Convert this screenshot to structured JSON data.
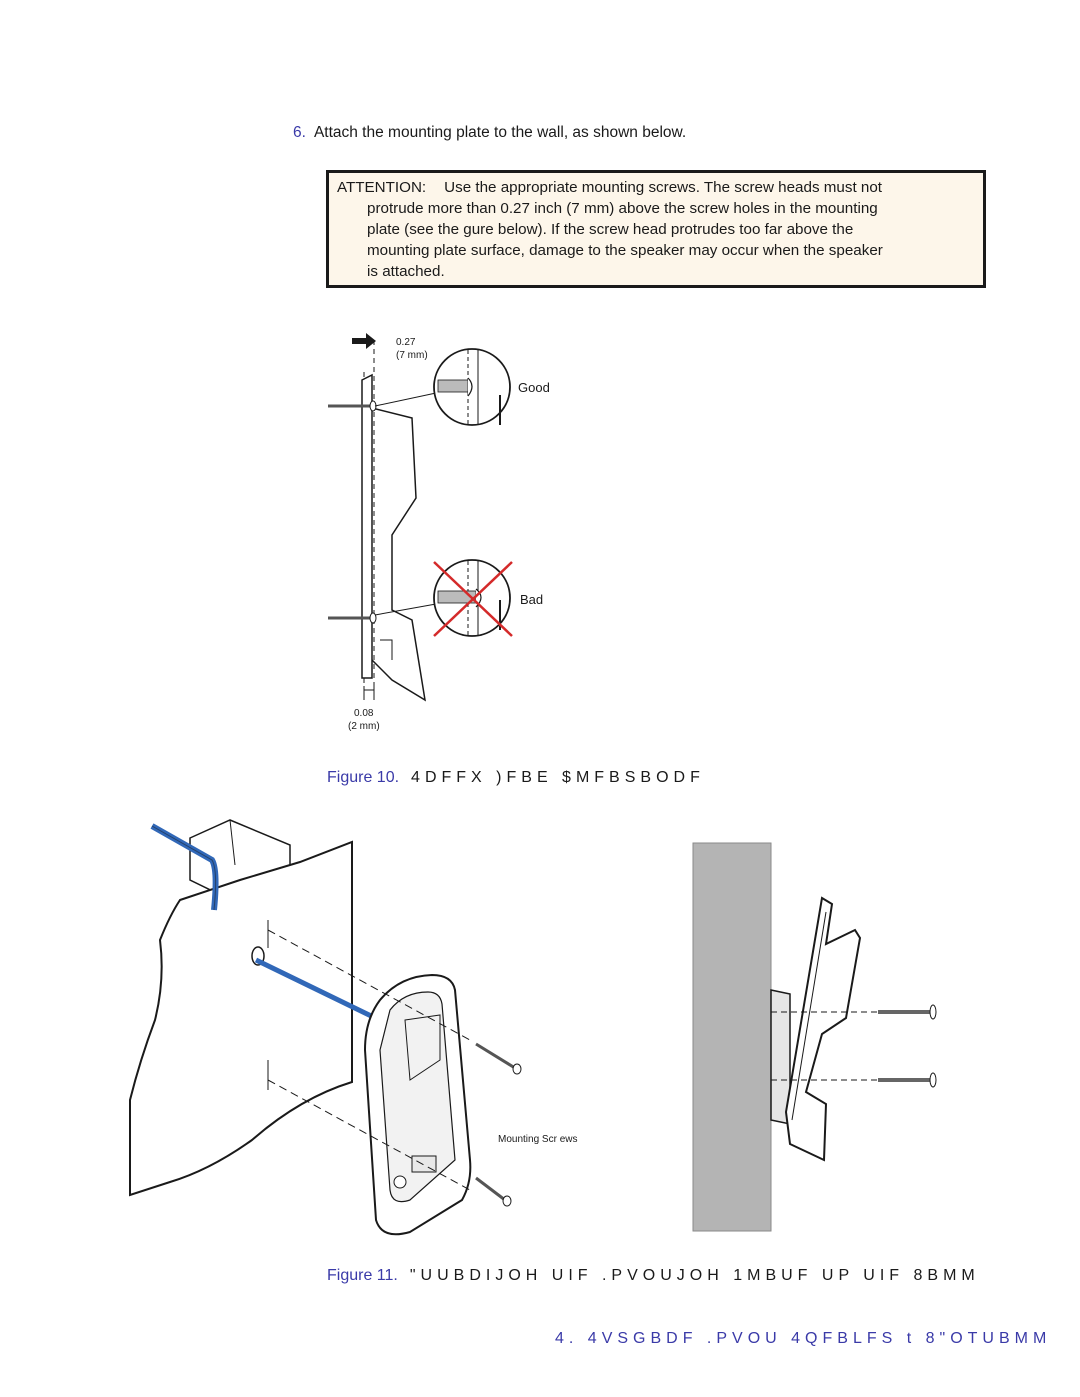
{
  "step": {
    "number": "6.",
    "text": "Attach the mounting plate to the wall, as shown below."
  },
  "attention": {
    "keyword": "ATTENTION:",
    "line1": "Use the appropriate mounting screws. The screw heads must not",
    "line2": "protrude more than 0.27 inch (7 mm) above the screw holes in the mounting",
    "line3": "plate (see the   gure below). If the screw head protrudes too far above the",
    "line4": "mounting plate surface, damage to the speaker may occur when the speaker",
    "line5": "is attached."
  },
  "figure10": {
    "label": "Figure 10.",
    "caption": "4DFFX )FBE $MFBSBODF",
    "dim_top_value": "0.27",
    "dim_top_unit": "(7 mm)",
    "dim_bottom_value": "0.08",
    "dim_bottom_unit": "(2 mm)",
    "good_label": "Good",
    "bad_label": "Bad"
  },
  "figure11": {
    "label": "Figure 11.",
    "caption": "\"UUBDIJOH UIF .PVOUJOH 1MBUF UP UIF 8BMM",
    "screws_label": "Mounting Scr ews"
  },
  "footer": {
    "text": "4. 4VSGBDF .PVOU 4QFBLFS t 8\"OTUBMM"
  },
  "colors": {
    "accent_blue": "#3a3aa8",
    "wire_blue": "#3168b8",
    "wire_red": "#d42a2a",
    "attention_bg": "#fdf6ea",
    "wall_gray": "#b4b4b4"
  }
}
